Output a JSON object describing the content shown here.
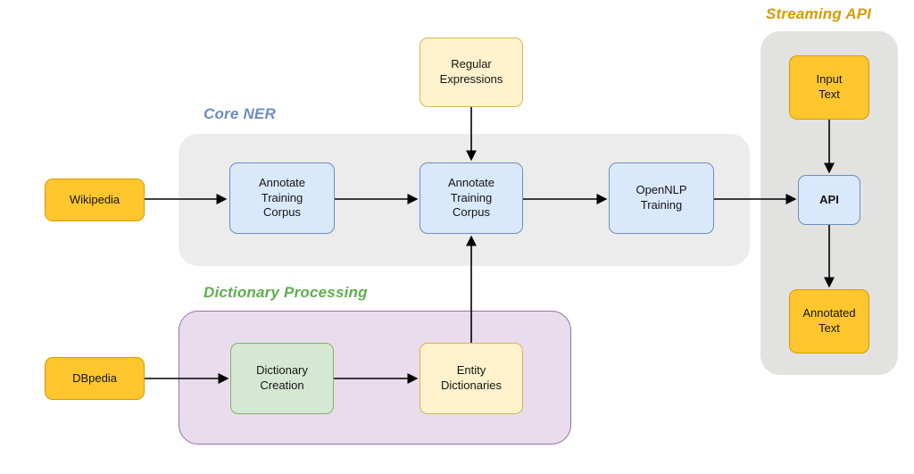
{
  "diagram": {
    "groups": {
      "core_ner": {
        "label": "Core NER",
        "label_color": "#6C8EBF"
      },
      "dictionary_processing": {
        "label": "Dictionary Processing",
        "label_color": "#5FAE4E"
      },
      "streaming_api": {
        "label": "Streaming API",
        "label_color": "#D79B00"
      }
    },
    "nodes": {
      "wikipedia": {
        "label": "Wikipedia",
        "style": "gold"
      },
      "annotate_training_corpus_1": {
        "label": "Annotate Training Corpus",
        "style": "blue"
      },
      "regular_expressions": {
        "label": "Regular Expressions",
        "style": "cream"
      },
      "annotate_training_corpus_2": {
        "label": "Annotate Training Corpus",
        "style": "blue"
      },
      "opennlp_training": {
        "label": "OpenNLP Training",
        "style": "blue"
      },
      "dbpedia": {
        "label": "DBpedia",
        "style": "gold"
      },
      "dictionary_creation": {
        "label": "Dictionary Creation",
        "style": "green"
      },
      "entity_dictionaries": {
        "label": "Entity Dictionaries",
        "style": "cream"
      },
      "input_text": {
        "label": "Input Text",
        "style": "gold"
      },
      "api": {
        "label": "API",
        "style": "blue"
      },
      "annotated_text": {
        "label": "Annotated Text",
        "style": "gold"
      }
    },
    "edges": [
      {
        "from": "wikipedia",
        "to": "annotate_training_corpus_1"
      },
      {
        "from": "annotate_training_corpus_1",
        "to": "annotate_training_corpus_2"
      },
      {
        "from": "regular_expressions",
        "to": "annotate_training_corpus_2"
      },
      {
        "from": "annotate_training_corpus_2",
        "to": "opennlp_training"
      },
      {
        "from": "opennlp_training",
        "to": "api"
      },
      {
        "from": "dbpedia",
        "to": "dictionary_creation"
      },
      {
        "from": "dictionary_creation",
        "to": "entity_dictionaries"
      },
      {
        "from": "entity_dictionaries",
        "to": "annotate_training_corpus_2"
      },
      {
        "from": "input_text",
        "to": "api"
      },
      {
        "from": "api",
        "to": "annotated_text"
      }
    ],
    "colors": {
      "gold_fill": "#FFC62E",
      "gold_border": "#D79B00",
      "blue_fill": "#DAE8FC",
      "blue_border": "#6C8EBF",
      "cream_fill": "#FFF2CC",
      "cream_border": "#D6B656",
      "green_fill": "#D5E8D4",
      "green_border": "#82B366",
      "purple_fill": "#E9DCEC",
      "purple_border": "#9673A6",
      "gray_light_fill": "#ECECEC",
      "gray_dark_fill": "#E2E2E1",
      "arrow_color": "#000000"
    }
  }
}
